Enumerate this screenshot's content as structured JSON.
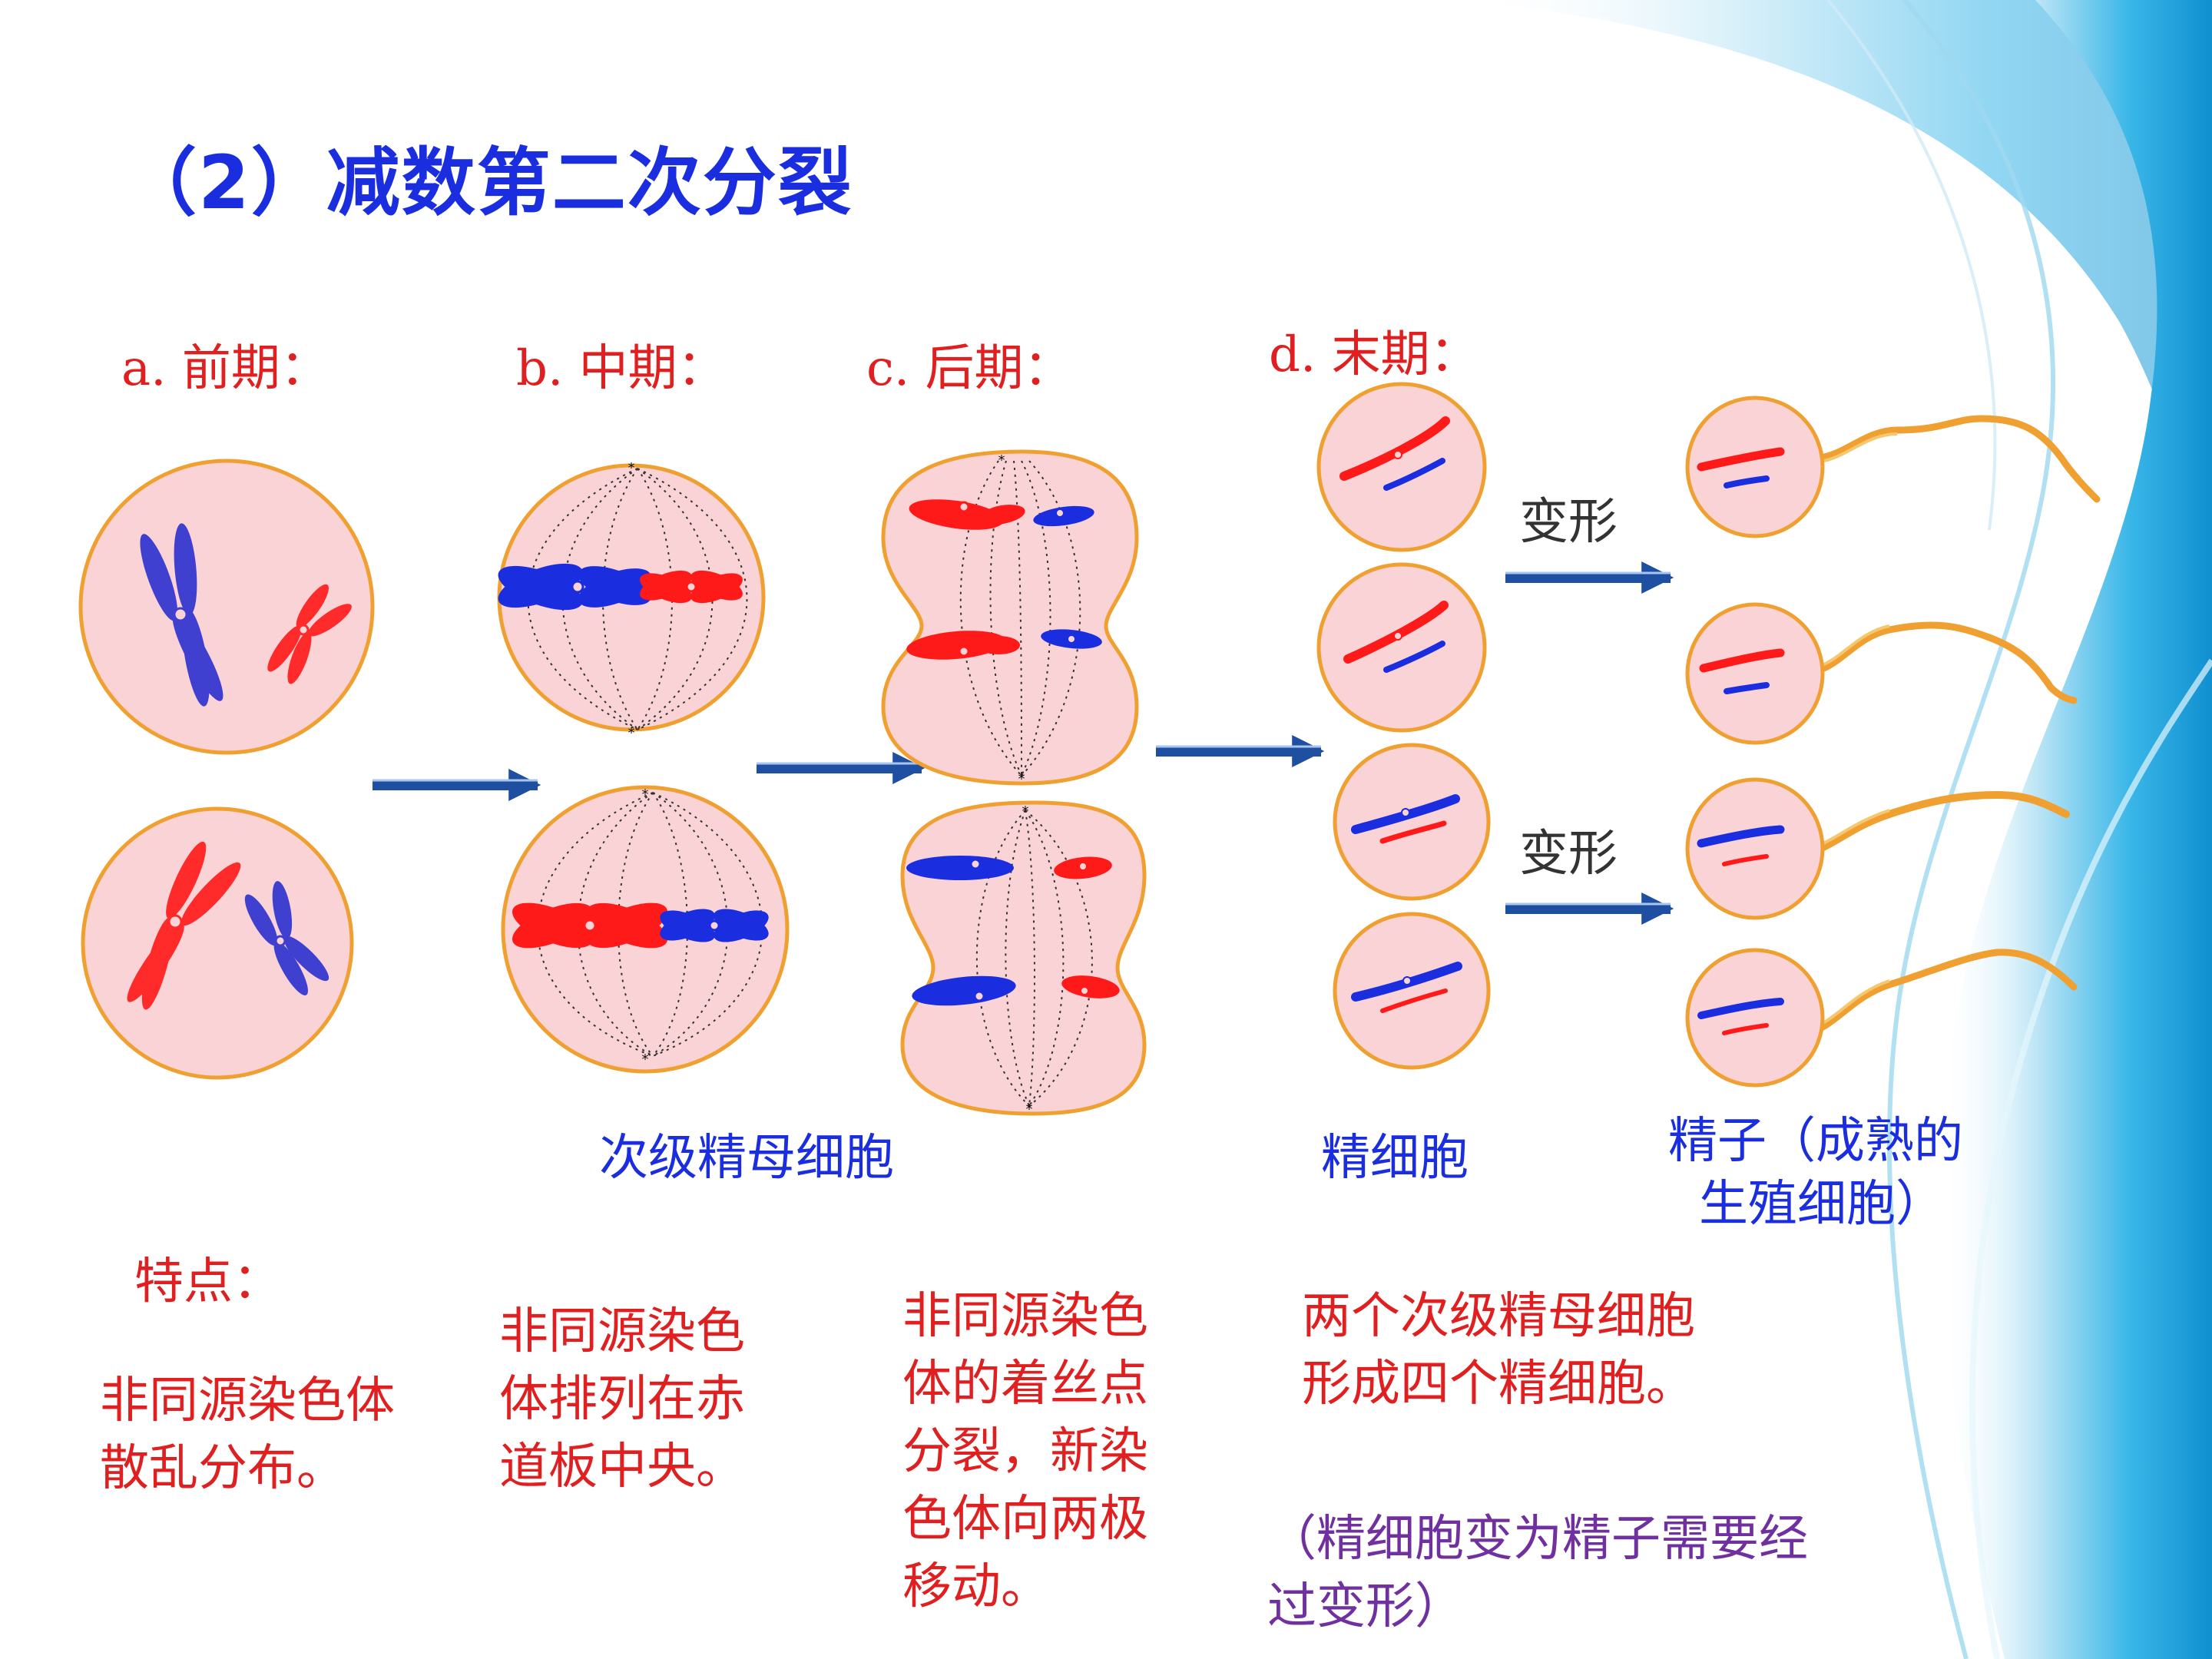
{
  "title": "（2）减数第二次分裂",
  "phases": {
    "a": "a. 前期：",
    "b": "b. 中期：",
    "c": "c. 后期：",
    "d": "d. 末期："
  },
  "transform_label_top": "变形",
  "transform_label_bottom": "变形",
  "cell_labels": {
    "secondary_spermatocyte": "次级精母细胞",
    "spermatid": "精细胞",
    "sperm_line1": "精子（成熟的",
    "sperm_line2": "生殖细胞）"
  },
  "features": {
    "heading": "特点：",
    "prophase": "非同源染色体散乱分布。",
    "metaphase": "非同源染色体排列在赤道板中央。",
    "anaphase": "非同源染色体的着丝点分裂，新染色体向两极移动。",
    "telophase": "两个次级精母细胞形成四个精细胞。",
    "note": "（精细胞变为精子需要经过变形）"
  },
  "colors": {
    "title": "#1a2ee0",
    "phase_label": "#e02020",
    "cell_fill": "#f9d3d6",
    "cell_border": "#f0a030",
    "chromosome_red": "#ff1a1a",
    "chromosome_blue": "#1a2ee0",
    "arrow": "#1f4fa0",
    "note_text": "#7030a0"
  }
}
